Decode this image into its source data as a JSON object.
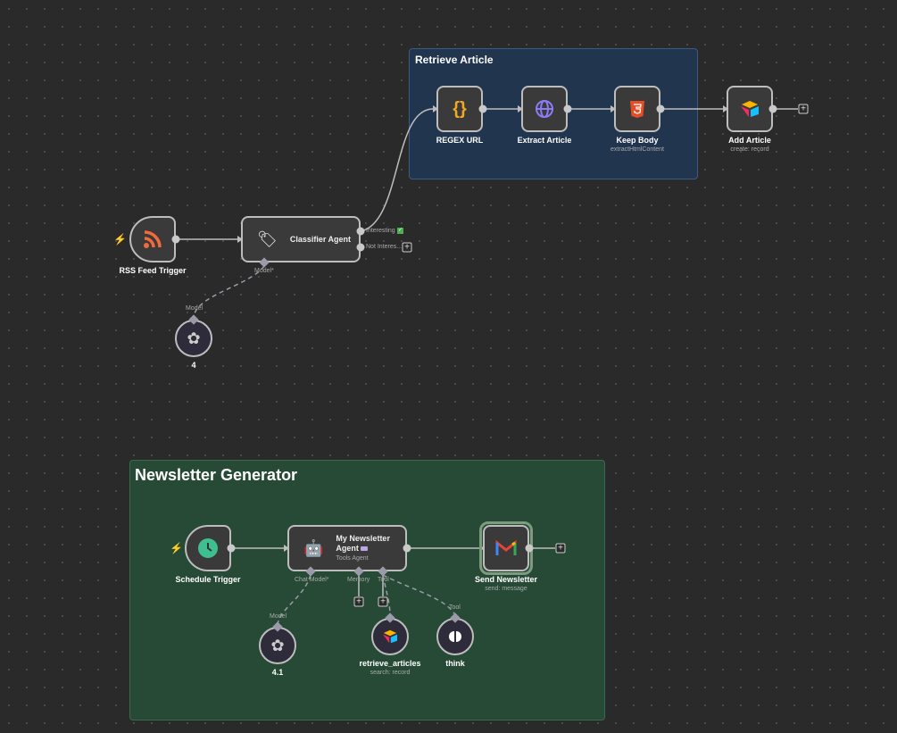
{
  "groups": {
    "retrieve": {
      "title": "Retrieve Article",
      "color": "#22354f"
    },
    "newsletter": {
      "title": "Newsletter Generator",
      "color": "#264a35"
    }
  },
  "nodes": {
    "rss": {
      "label": "RSS Feed Trigger",
      "icon": "rss-icon"
    },
    "classifier": {
      "label": "Classifier Agent",
      "icon": "tags-icon",
      "outputs": [
        "Interesting",
        "Not Interes..."
      ],
      "input_label": "Model*"
    },
    "model1": {
      "label": "4",
      "port_label": "Model",
      "icon": "openai-icon"
    },
    "regex": {
      "label": "REGEX URL",
      "icon": "code-braces-icon"
    },
    "extract": {
      "label": "Extract Article",
      "icon": "globe-icon"
    },
    "keep": {
      "label": "Keep Body",
      "sub": "extractHtmlContent",
      "icon": "html5-icon"
    },
    "add": {
      "label": "Add Article",
      "sub": "create: record",
      "icon": "airtable-icon"
    },
    "schedule": {
      "label": "Schedule Trigger",
      "icon": "clock-icon"
    },
    "agent": {
      "label_line1": "My Newsletter",
      "label_line2": "Agent",
      "sub": "Tools Agent",
      "icon": "robot-icon",
      "ports": [
        "Chat Model*",
        "Memory",
        "Tool"
      ]
    },
    "send": {
      "label": "Send Newsletter",
      "sub": "send: message",
      "icon": "gmail-icon"
    },
    "model2": {
      "label": "4.1",
      "port_label": "Model",
      "icon": "openai-icon"
    },
    "retrieve_articles": {
      "label": "retrieve_articles",
      "sub": "search: record",
      "icon": "airtable-icon"
    },
    "think": {
      "label": "think",
      "port_label": "Tool",
      "icon": "brain-icon"
    }
  }
}
